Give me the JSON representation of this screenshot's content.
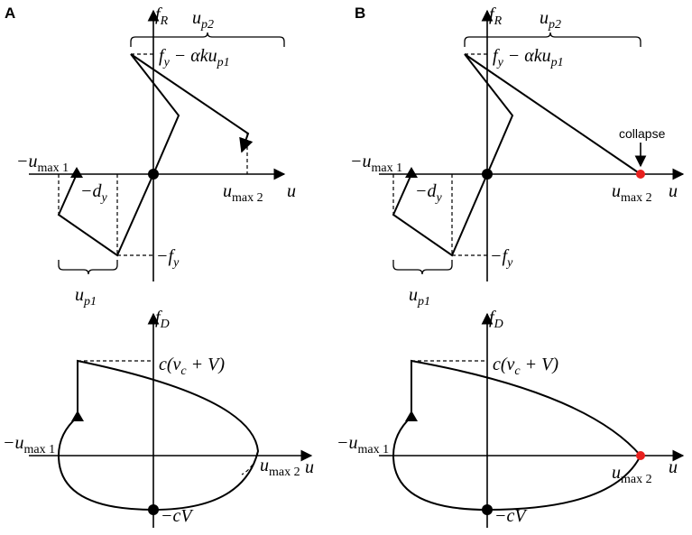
{
  "panels": {
    "a": "A",
    "b": "B"
  },
  "labels": {
    "fR_main": "f",
    "fR_sub": "R",
    "fD_main": "f",
    "fD_sub": "D",
    "u": "u",
    "up2_main": "u",
    "up2_sub": "p2",
    "up1_main": "u",
    "up1_sub": "p1",
    "fy_minus": "f",
    "fy_minus_sub": "y",
    "fy_minus_rest": " − αku",
    "fy_minus_rest_sub": "p1",
    "neg_umax1_pre": "−u",
    "neg_umax1_sub": "max 1",
    "umax2_pre": "u",
    "umax2_sub": "max 2",
    "neg_dy_pre": "−d",
    "neg_dy_sub": "y",
    "neg_fy_pre": "−f",
    "neg_fy_sub": "y",
    "cvcV_pre": "c(v",
    "cvcV_sub": "c",
    "cvcV_post": " + V)",
    "negcV": "−cV",
    "collapse": "collapse"
  },
  "colors": {
    "stroke": "#000000",
    "collapse_point": "#e8201e"
  }
}
